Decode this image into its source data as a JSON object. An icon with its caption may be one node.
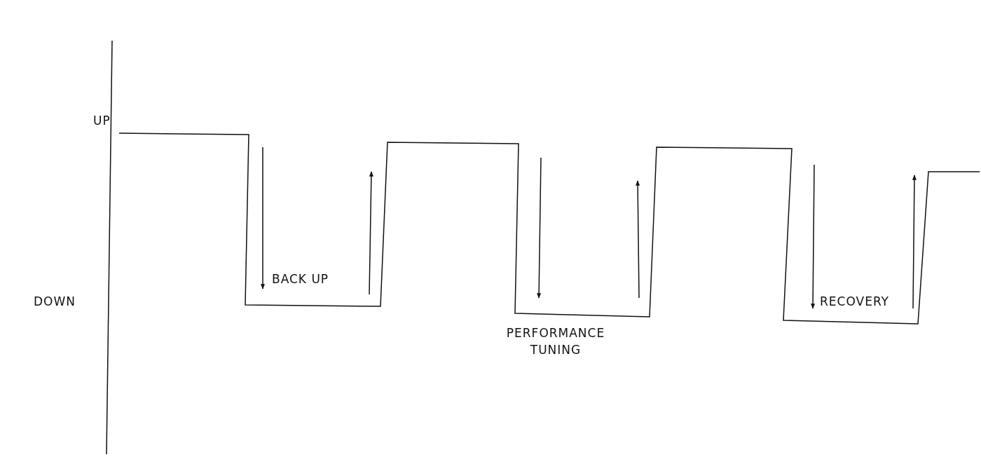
{
  "diagram": {
    "labels": [
      "UP",
      "DOWN",
      "BACK UP",
      "PERFORMANCE TUNING",
      "RECOVERY"
    ]
  }
}
